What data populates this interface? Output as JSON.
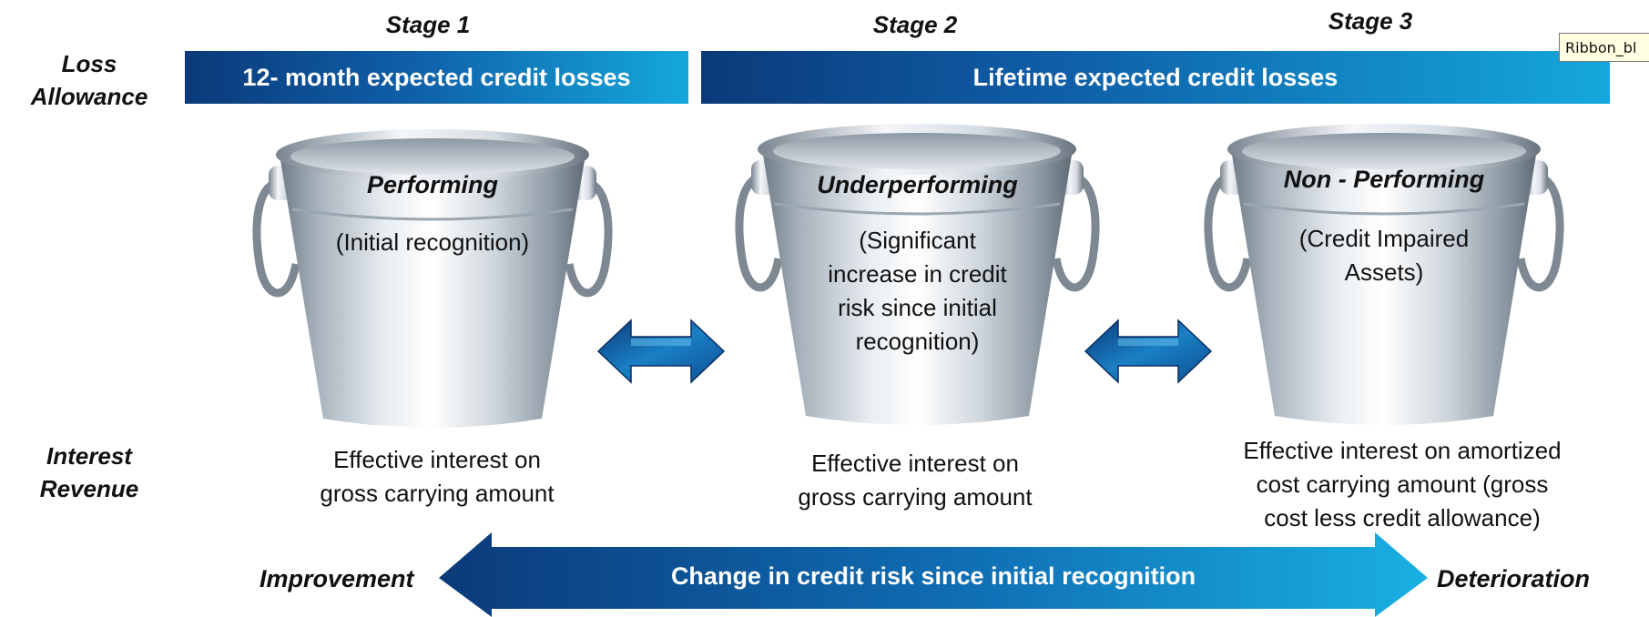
{
  "stages": [
    {
      "label": "Stage 1"
    },
    {
      "label": "Stage 2"
    },
    {
      "label": "Stage 3"
    }
  ],
  "side_labels": {
    "loss_allowance_line1": "Loss",
    "loss_allowance_line2": "Allowance",
    "interest_revenue_line1": "Interest",
    "interest_revenue_line2": "Revenue"
  },
  "ribbons": {
    "stage1": "12- month expected credit losses",
    "stages23": "Lifetime expected credit losses"
  },
  "tooltip": "Ribbon_bl",
  "buckets": [
    {
      "title": "Performing",
      "desc_lines": [
        "(Initial recognition)"
      ]
    },
    {
      "title": "Underperforming",
      "desc_lines": [
        "(Significant",
        "increase in credit",
        "risk since initial",
        "recognition)"
      ]
    },
    {
      "title": "Non - Performing",
      "desc_lines": [
        "(Credit Impaired",
        "Assets)"
      ]
    }
  ],
  "revenue": [
    {
      "lines": [
        "Effective interest on",
        "gross carrying amount"
      ]
    },
    {
      "lines": [
        "Effective interest on",
        "gross carrying amount"
      ]
    },
    {
      "lines": [
        "Effective interest on amortized",
        "cost carrying amount (gross",
        "cost less credit allowance)"
      ]
    }
  ],
  "bottom_band": {
    "left_label": "Improvement",
    "center_text": "Change in credit risk since initial recognition",
    "right_label": "Deterioration"
  },
  "colors": {
    "ribbon_dark": "#0b3a7a",
    "ribbon_light": "#14a8dc",
    "bucket_silver": "#c9d2da"
  },
  "icons": [
    "double-arrow-icon",
    "ice-bucket-icon"
  ]
}
